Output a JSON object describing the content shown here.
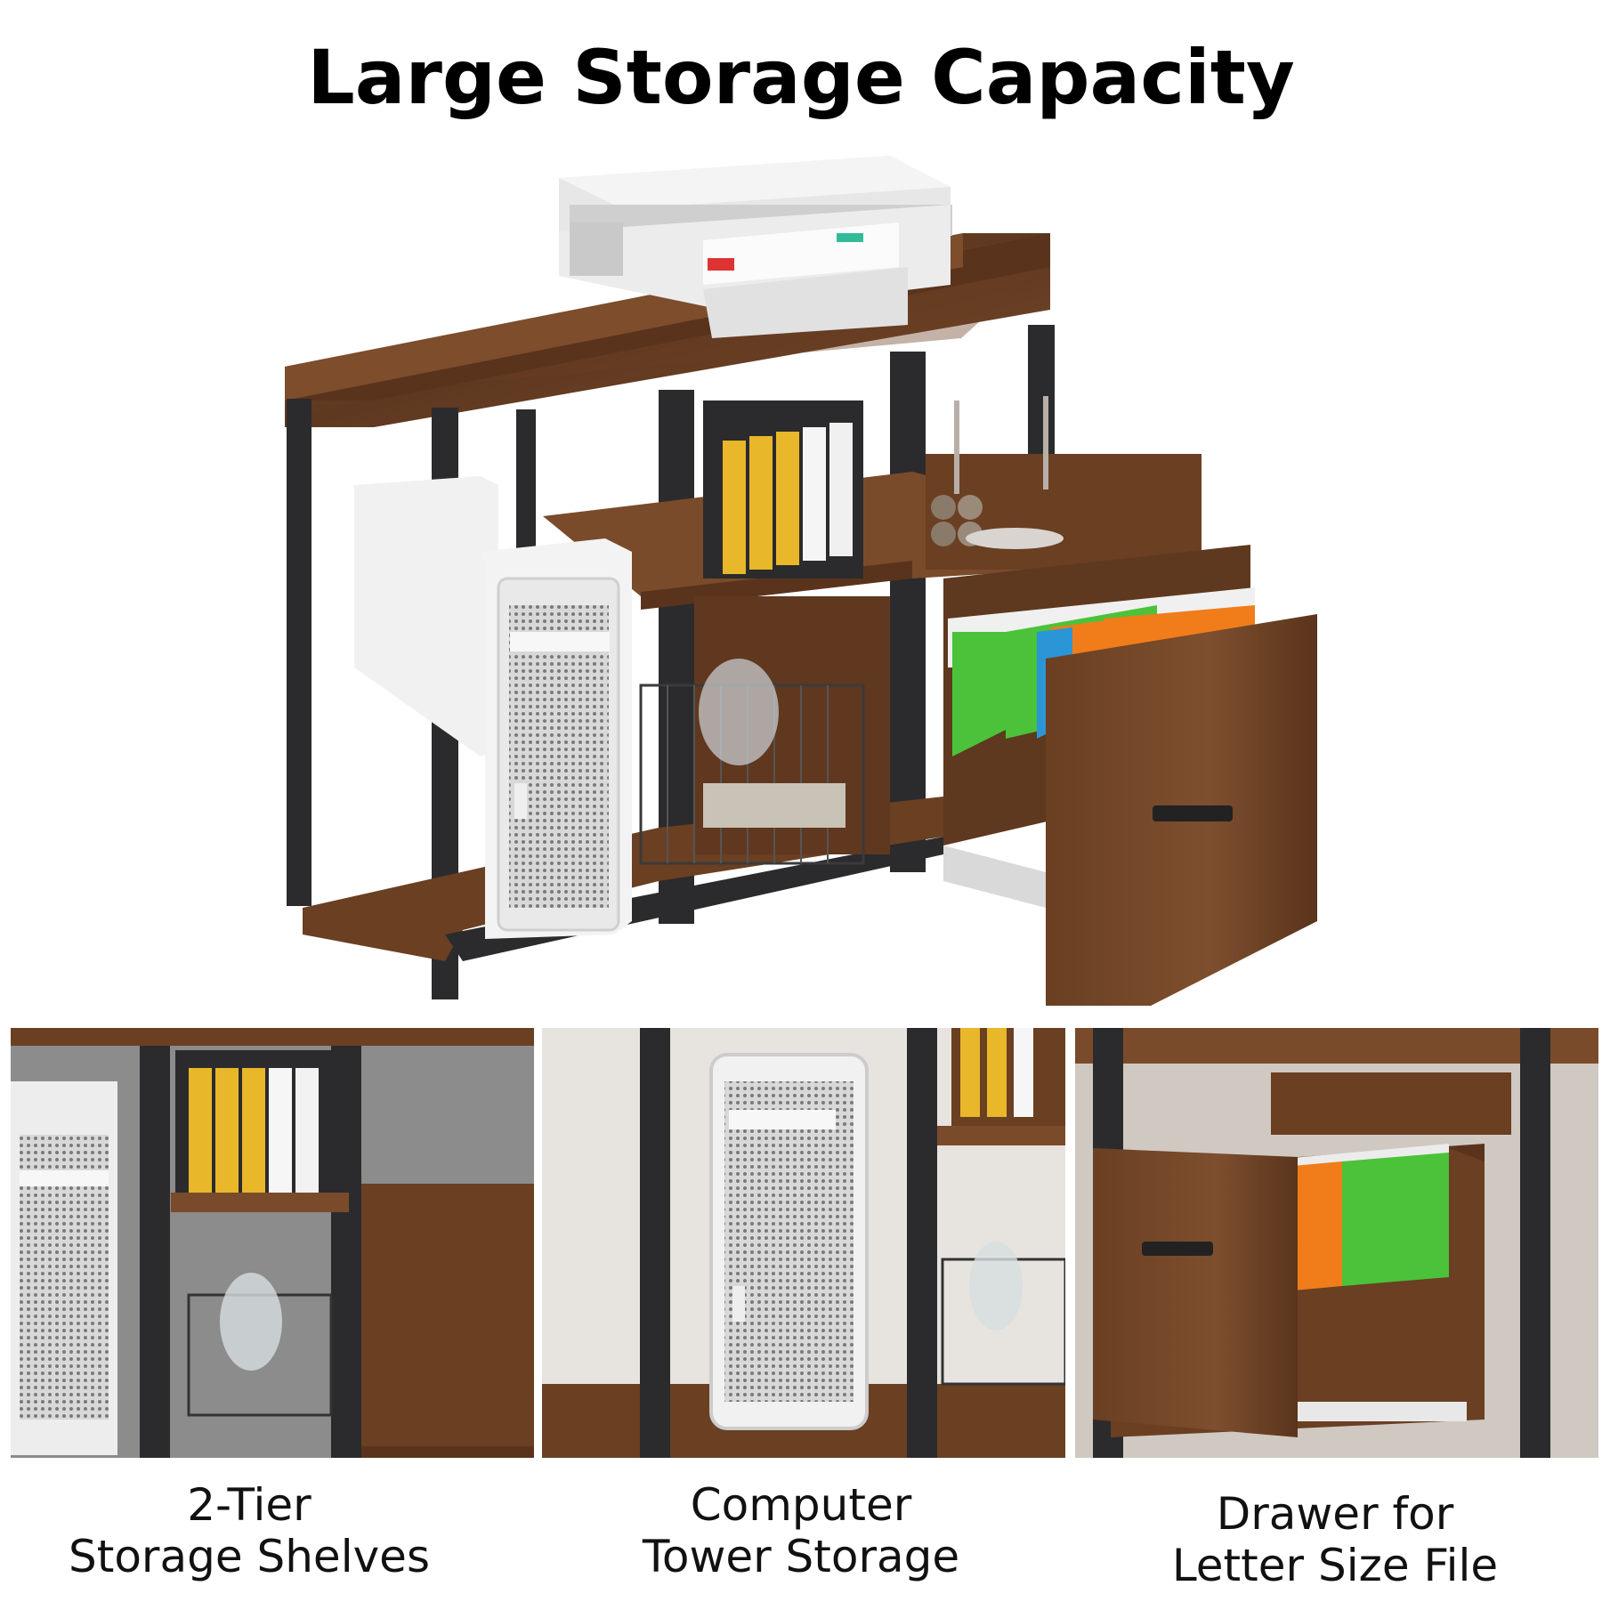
{
  "title": "Large Storage Capacity",
  "captions": [
    {
      "line1": "2-Tier",
      "line2": "Storage Shelves"
    },
    {
      "line1": "Computer",
      "line2": "Tower Storage"
    },
    {
      "line1": "Drawer for",
      "line2": "Letter Size File"
    }
  ],
  "colors": {
    "wood": "#6b3f22",
    "wood_light": "#8a5632",
    "metal": "#2b2b2d",
    "folder_green": "#4cc23a",
    "folder_orange": "#f07d1a",
    "folder_blue": "#2a96d6",
    "binder_yellow": "#e8b72a"
  }
}
